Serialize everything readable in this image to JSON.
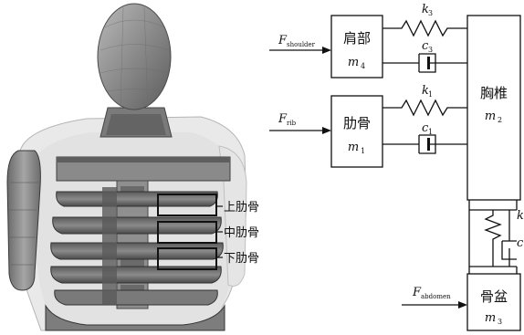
{
  "figure": {
    "rib_labels": {
      "upper": "上肋骨",
      "middle": "中肋骨",
      "lower": "下肋骨"
    },
    "masses": {
      "shoulder": {
        "name": "肩部",
        "symbol": "m",
        "sub": "4"
      },
      "rib": {
        "name": "肋骨",
        "symbol": "m",
        "sub": "1"
      },
      "spine": {
        "name": "胸椎",
        "symbol": "m",
        "sub": "2"
      },
      "pelvis": {
        "name": "骨盆",
        "symbol": "m",
        "sub": "3"
      }
    },
    "forces": {
      "shoulder": {
        "symbol": "F",
        "sub": "shoulder"
      },
      "rib": {
        "symbol": "F",
        "sub": "rib"
      },
      "abdomen": {
        "symbol": "F",
        "sub": "abdomen"
      }
    },
    "springs": {
      "k3": {
        "symbol": "k",
        "sub": "3"
      },
      "k1": {
        "symbol": "k",
        "sub": "1"
      },
      "k2": {
        "symbol": "k",
        "sub": ""
      }
    },
    "dampers": {
      "c3": {
        "symbol": "c",
        "sub": "3"
      },
      "c1": {
        "symbol": "c",
        "sub": "1"
      },
      "c2": {
        "symbol": "c",
        "sub": ""
      }
    }
  }
}
